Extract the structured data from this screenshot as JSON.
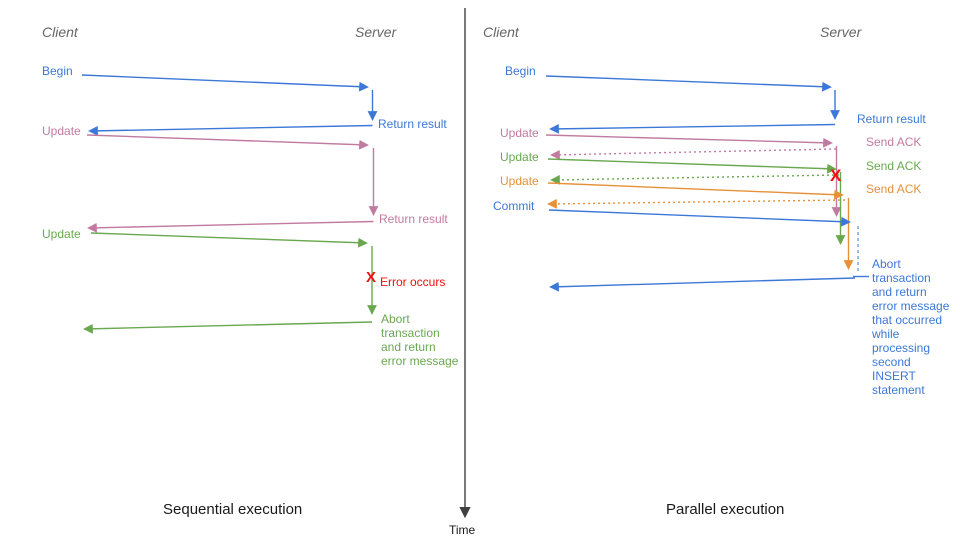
{
  "colors": {
    "blue": "#3c78d8",
    "blue_light": "#6d9eeb",
    "pink": "#c27ba0",
    "green": "#6aa84f",
    "orange": "#e69138",
    "red": "#f10e0e",
    "header_gray": "#666666",
    "axis": "#404040",
    "title_black": "#1a1a1a"
  },
  "axis": {
    "label": "Time"
  },
  "left_panel": {
    "title": "Sequential execution",
    "client_header": "Client",
    "server_header": "Server",
    "begin_label": "Begin",
    "return_result_1": "Return result",
    "update_1": "Update",
    "return_result_2": "Return result",
    "update_2": "Update",
    "error_mark": "X",
    "error_label": "Error occurs",
    "abort_note": "Abort\ntransaction\nand return\nerror message"
  },
  "right_panel": {
    "title": "Parallel execution",
    "client_header": "Client",
    "server_header": "Server",
    "begin_label": "Begin",
    "return_result": "Return result",
    "update_1": "Update",
    "send_ack_1": "Send ACK",
    "update_2": "Update",
    "send_ack_2": "Send ACK",
    "update_3": "Update",
    "send_ack_3": "Send ACK",
    "commit_label": "Commit",
    "error_mark": "X",
    "abort_note": "Abort\ntransaction\nand return\nerror message\nthat occurred\nwhile\nprocessing\nsecond\nINSERT\nstatement"
  }
}
